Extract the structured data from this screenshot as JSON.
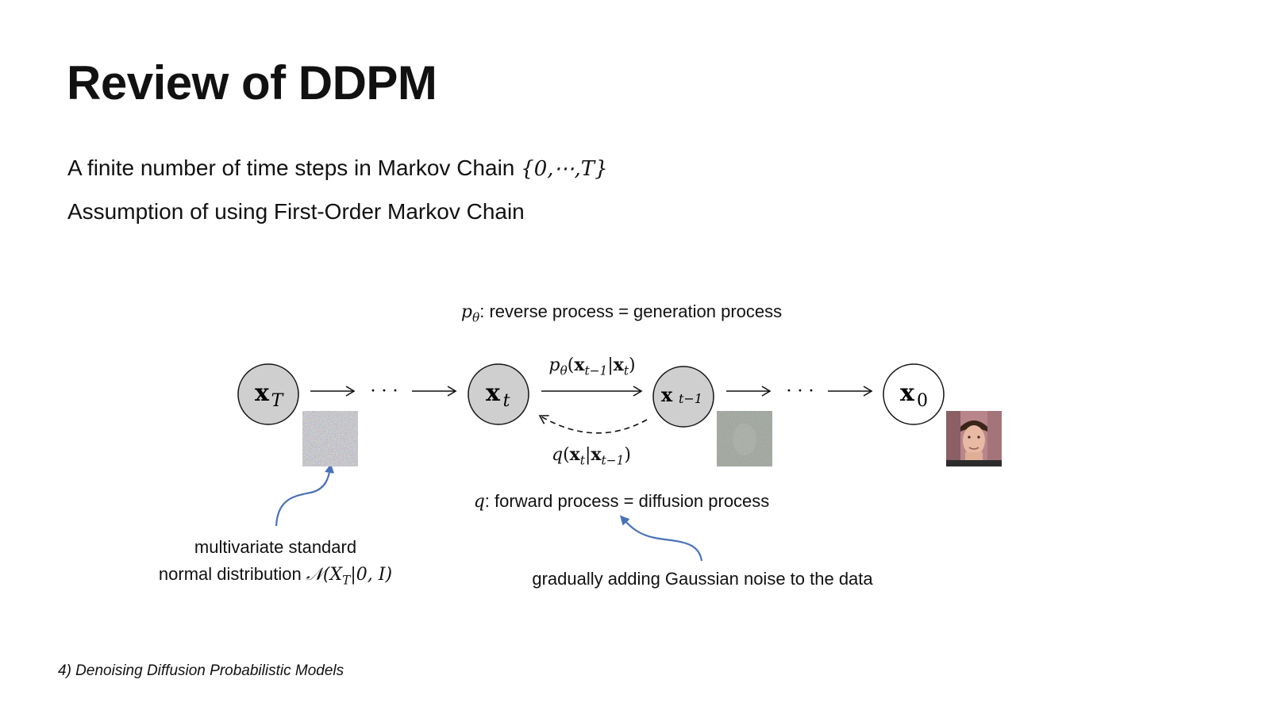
{
  "slide": {
    "title": "Review of DDPM",
    "bullets": [
      {
        "text": "A finite number of time steps in Markov Chain ",
        "math": "{0,⋯,T}"
      },
      {
        "text": "Assumption of using First-Order Markov Chain",
        "math": ""
      }
    ],
    "footer": "4) Denoising Diffusion Probabilistic Models"
  },
  "diagram": {
    "top_label": {
      "symbol": "p",
      "subscript": "θ",
      "text": ": reverse process = generation process"
    },
    "bottom_label": {
      "symbol": "q",
      "text": ": forward process = diffusion process"
    },
    "nodes": [
      {
        "main": "x",
        "sub": "T",
        "shaded": true
      },
      {
        "main": "x",
        "sub": "t",
        "shaded": true
      },
      {
        "main": "x",
        "sub": "t−1",
        "shaded": true
      },
      {
        "main": "x",
        "sub": "0",
        "shaded": false
      }
    ],
    "ellipsis": "· · ·",
    "reverse_edge_label": "pθ(xt−1|xt)",
    "forward_edge_label": "q(xt|xt−1)",
    "images": [
      "pure-noise-image",
      "noisy-face-image",
      "clean-face-image"
    ],
    "annotation_left": {
      "line1": "multivariate standard",
      "line2": "normal distribution ",
      "math": "𝒩(X",
      "math_sub": "T",
      "math_end": "|0, I)"
    },
    "annotation_right": "gradually adding Gaussian noise to the data",
    "arrow_color": "#4a72b8"
  }
}
